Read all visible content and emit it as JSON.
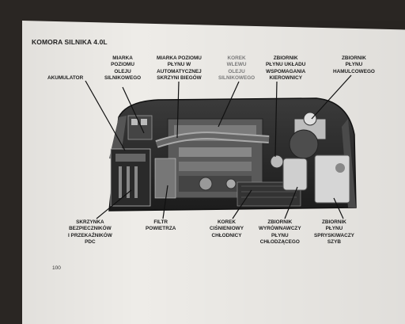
{
  "title": "KOMORA SILNIKA 4.0L",
  "page_number": "100",
  "labels": {
    "akumulator": "AKUMULATOR",
    "miarka_oleju": "MIARKA\nPOZIOMU\nOLEJU\nSILNIKOWEGO",
    "miarka_plynu": "MIARKA POZIOMU\nPŁYNU W\nAUTOMATYCZNEJ\nSKRZYNI BIEGÓW",
    "korek_wlewu": "KOREK\nWLEWU\nOLEJU\nSILNIKOWEGO",
    "zbiornik_wspomagania": "ZBIORNIK\nPŁYNU UKŁADU\nWSPOMAGANIA\nKIEROWNICY",
    "zbiornik_hamulcowego": "ZBIORNIK\nPŁYNU\nHAMULCOWEGO",
    "skrzynka_bezpiecznikow": "SKRZYNKA\nBEZPIECZNIKÓW\nI PRZEKAŹNIKÓW\nPDC",
    "filtr_powietrza": "FILTR\nPOWIETRZA",
    "korek_chlodnicy": "KOREK\nCIŚNIENIOWY\nCHŁODNICY",
    "zbiornik_chlodzacego": "ZBIORNIK\nWYRÓWNAWCZY\nPŁYNU\nCHŁODZĄCEGO",
    "zbiornik_spryskiwaczy": "ZBIORNIK\nPŁYNU\nSPRYSKIWACZY\nSZYB"
  }
}
